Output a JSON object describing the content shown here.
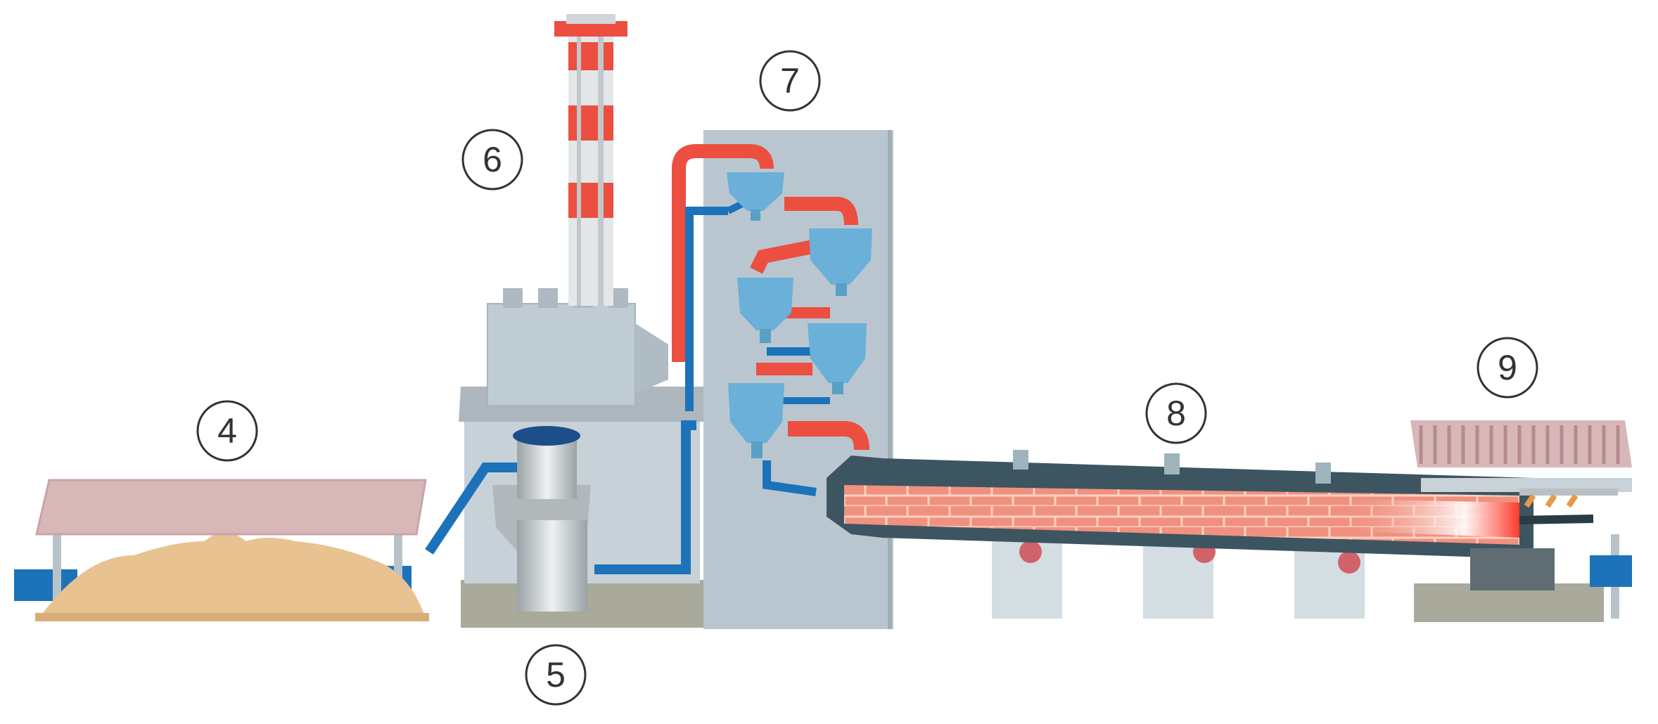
{
  "diagram": {
    "labels": {
      "raw_storage": "4",
      "mill": "5",
      "stack": "6",
      "preheater": "7",
      "kiln": "8",
      "cooler": "9"
    },
    "colors": {
      "hot_duct": "#ec4f3f",
      "cold_duct": "#1c73b9",
      "cyclone": "#6ab0d8",
      "building": "#c7d1d8",
      "tower": "#b9c6cf",
      "kiln_shell": "#3d5560",
      "kiln_lining": "#f08a7a",
      "roof": "#d8b7b9",
      "raw_pile": "#e8c290",
      "ground": "#a9a99c"
    },
    "icons": {
      "stack": "striped-chimney-icon",
      "cyclone": "cyclone-icon",
      "kiln": "rotary-kiln-icon",
      "mill": "vertical-mill-icon"
    }
  }
}
